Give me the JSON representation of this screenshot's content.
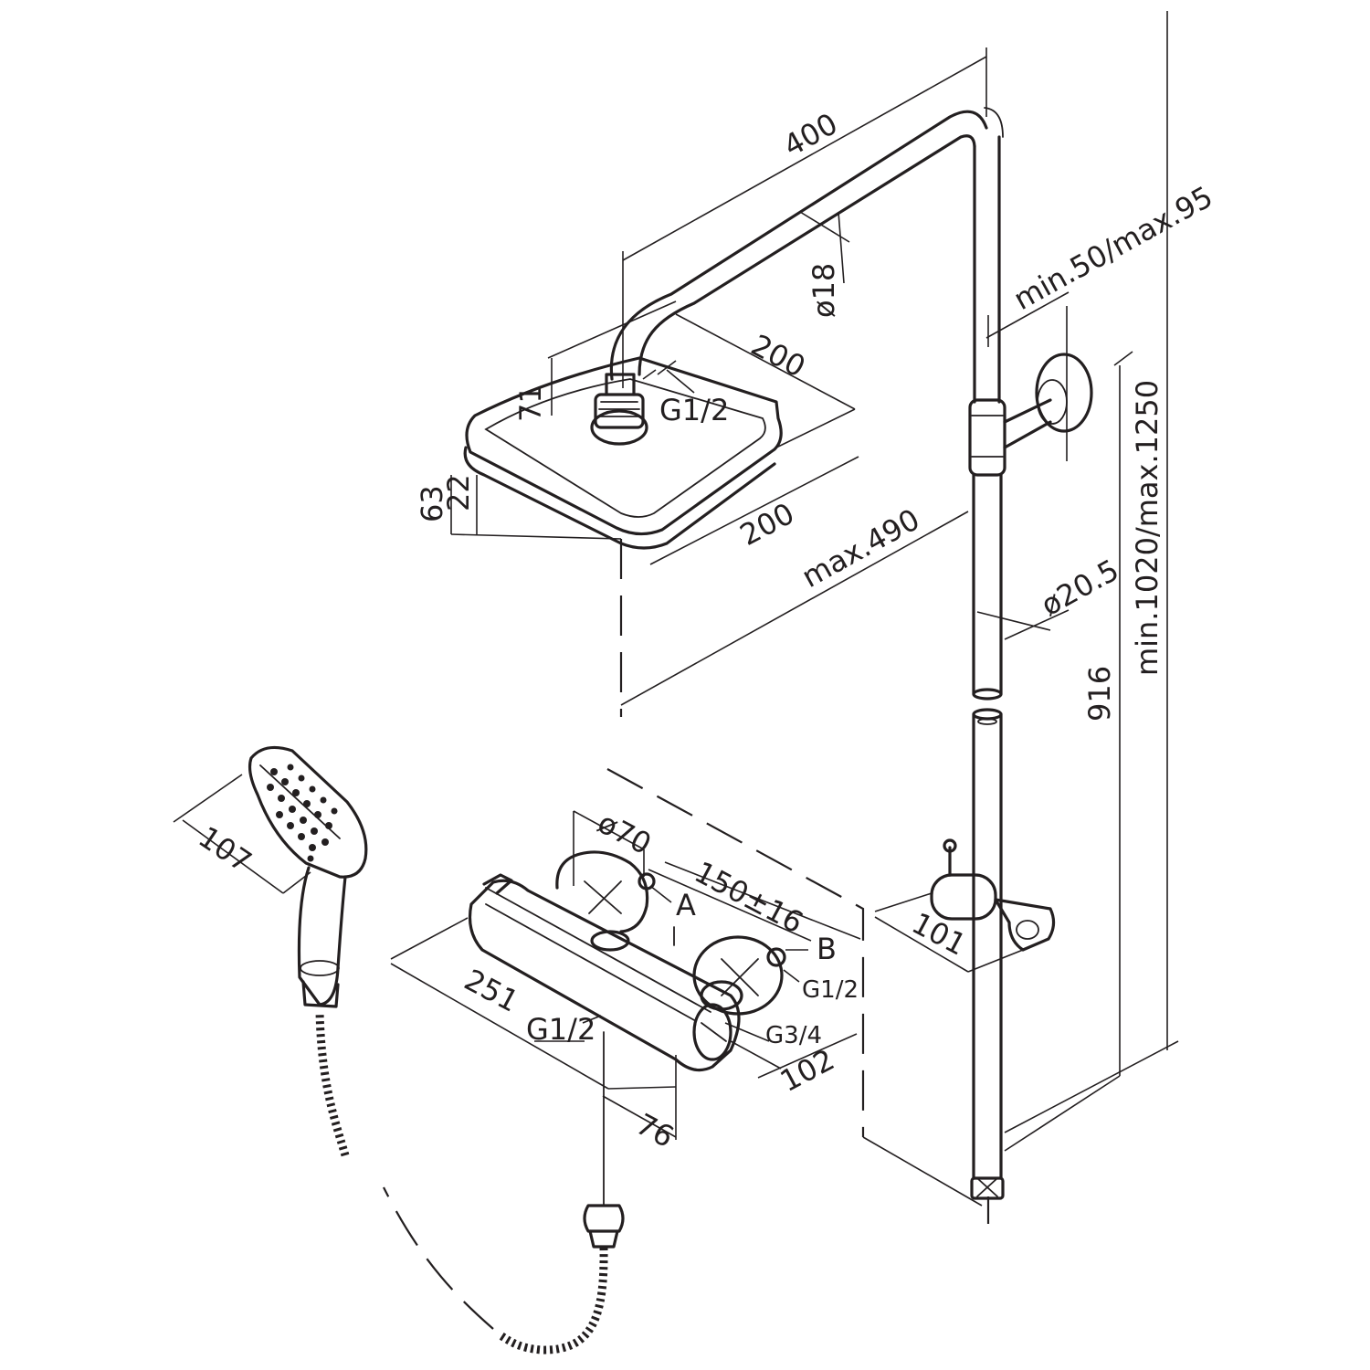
{
  "diagram": {
    "labels": {
      "arm_length": "400",
      "arm_diameter": "ø18",
      "head_width": "200",
      "head_depth": "200",
      "head_height": "71",
      "head_thickness": "63",
      "head_edge": "22",
      "head_thread": "G1/2",
      "wall_offset": "min.50/max.95",
      "head_reach": "max.490",
      "rail_diameter": "ø20.5",
      "rail_lower_length": "916",
      "total_height": "min.1020/max.1250",
      "hand_shower_width": "107",
      "holder_offset": "101",
      "valve_body_diameter": "ø70",
      "connection_spacing": "150±16",
      "inlet_a": "A",
      "inlet_b": "B",
      "inlet_b_thread": "G1/2",
      "outlet_thread": "G3/4",
      "bottom_outlet_thread": "G1/2",
      "valve_length": "251",
      "valve_depth": "102",
      "outlet_offset": "76"
    },
    "colors": {
      "line": "#231f20",
      "background": "#ffffff"
    }
  }
}
